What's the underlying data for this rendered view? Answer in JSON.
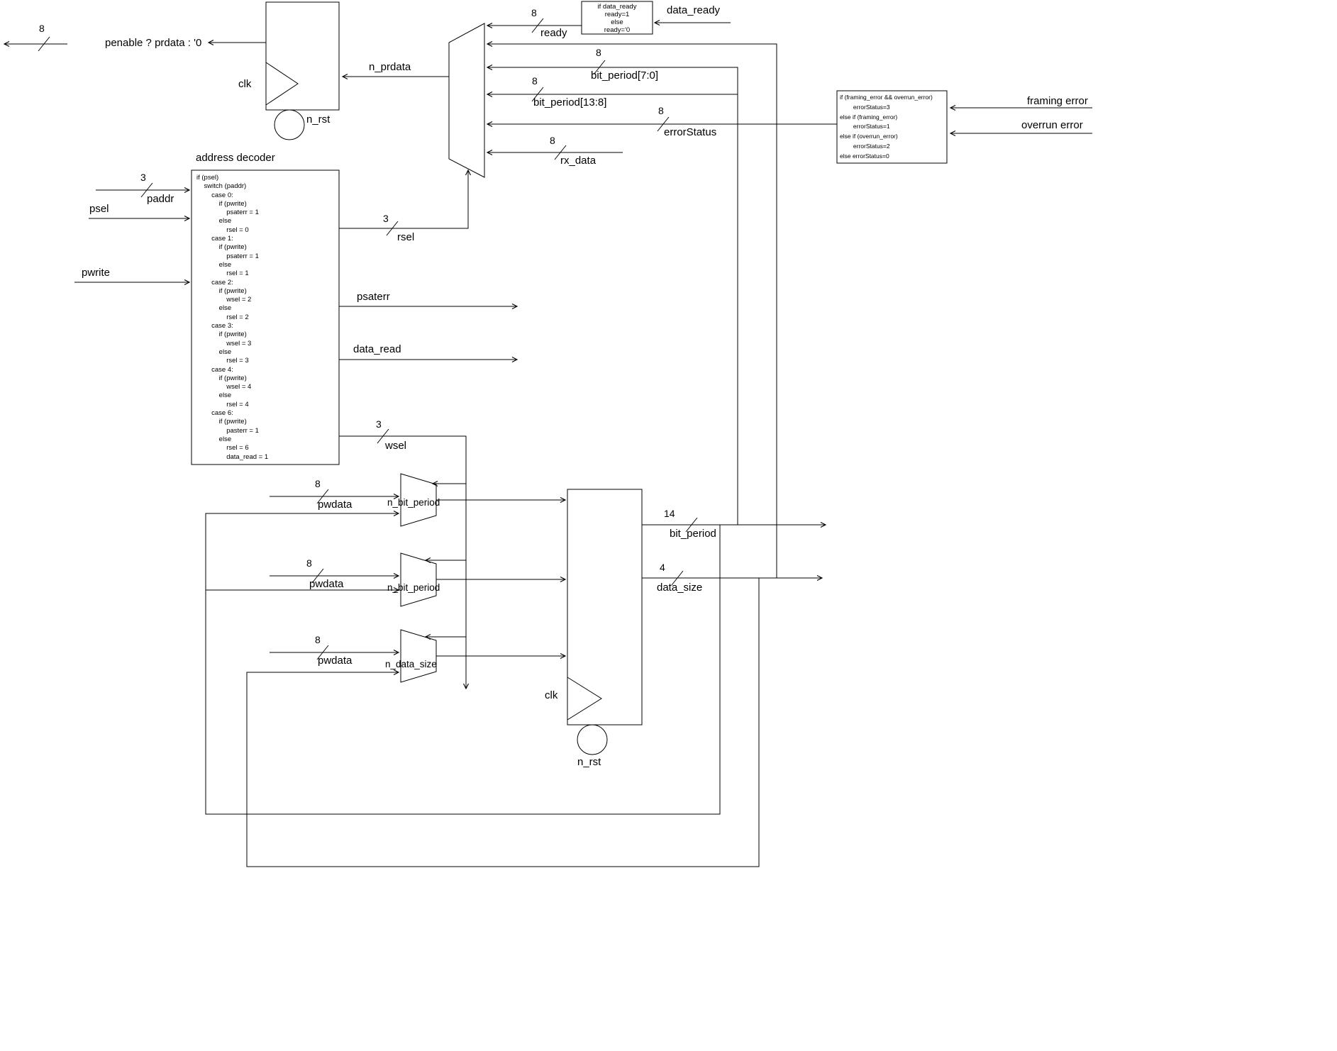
{
  "prdata_output": {
    "bus_width": "8",
    "expression": "penable ? prdata : '0"
  },
  "read_register": {
    "clk": "clk",
    "n_rst": "n_rst"
  },
  "read_mux": {
    "output_label": "n_prdata",
    "inputs": {
      "ready": {
        "width": "8",
        "label": "ready"
      },
      "bit_period_low": {
        "width": "8",
        "label": "bit_period[7:0]"
      },
      "bit_period_high": {
        "width": "8",
        "label": "bit_period[13:8]"
      },
      "error_status": {
        "width": "8",
        "label": "errorStatus"
      },
      "rx_data": {
        "width": "8",
        "label": "rx_data"
      }
    },
    "select": {
      "width": "3",
      "label": "rsel"
    }
  },
  "ready_logic": {
    "code": "if data_ready\nready=1\nelse\nready='0",
    "input_label": "data_ready"
  },
  "error_logic": {
    "code": "if (framing_error && overrun_error)\n        errorStatus=3\nelse if (framing_error)\n        errorStatus=1\nelse if (overrun_error)\n        errorStatus=2\nelse errorStatus=0",
    "framing_label": "framing error",
    "overrun_label": "overrun error"
  },
  "address_decoder": {
    "title": "address decoder",
    "code": "if (psel)\n    switch (paddr)\n        case 0:\n            if (pwrite)\n                psaterr = 1\n            else\n                rsel = 0\n        case 1:\n            if (pwrite)\n                psaterr = 1\n            else\n                rsel = 1\n        case 2:\n            if (pwrite)\n                wsel = 2\n            else\n                rsel = 2\n        case 3:\n            if (pwrite)\n                wsel = 3\n            else\n                rsel = 3\n        case 4:\n            if (pwrite)\n                wsel = 4\n            else\n                rsel = 4\n        case 6:\n            if (pwrite)\n                pasterr = 1\n            else\n                rsel = 6\n                data_read = 1",
    "inputs": {
      "paddr": {
        "width": "3",
        "label": "paddr"
      },
      "psel_label": "psel",
      "pwrite_label": "pwrite"
    },
    "outputs": {
      "psaterr_label": "psaterr",
      "data_read_label": "data_read",
      "wsel": {
        "width": "3",
        "label": "wsel"
      }
    }
  },
  "write_muxes": [
    {
      "input_width": "8",
      "input_label": "pwdata",
      "name": "n_bit_period"
    },
    {
      "input_width": "8",
      "input_label": "pwdata",
      "name": "n_bit_period"
    },
    {
      "input_width": "8",
      "input_label": "pwdata",
      "name": "n_data_size"
    }
  ],
  "config_register": {
    "clk": "clk",
    "n_rst": "n_rst",
    "outputs": {
      "bit_period": {
        "width": "14",
        "label": "bit_period"
      },
      "data_size": {
        "width": "4",
        "label": "data_size"
      }
    }
  }
}
